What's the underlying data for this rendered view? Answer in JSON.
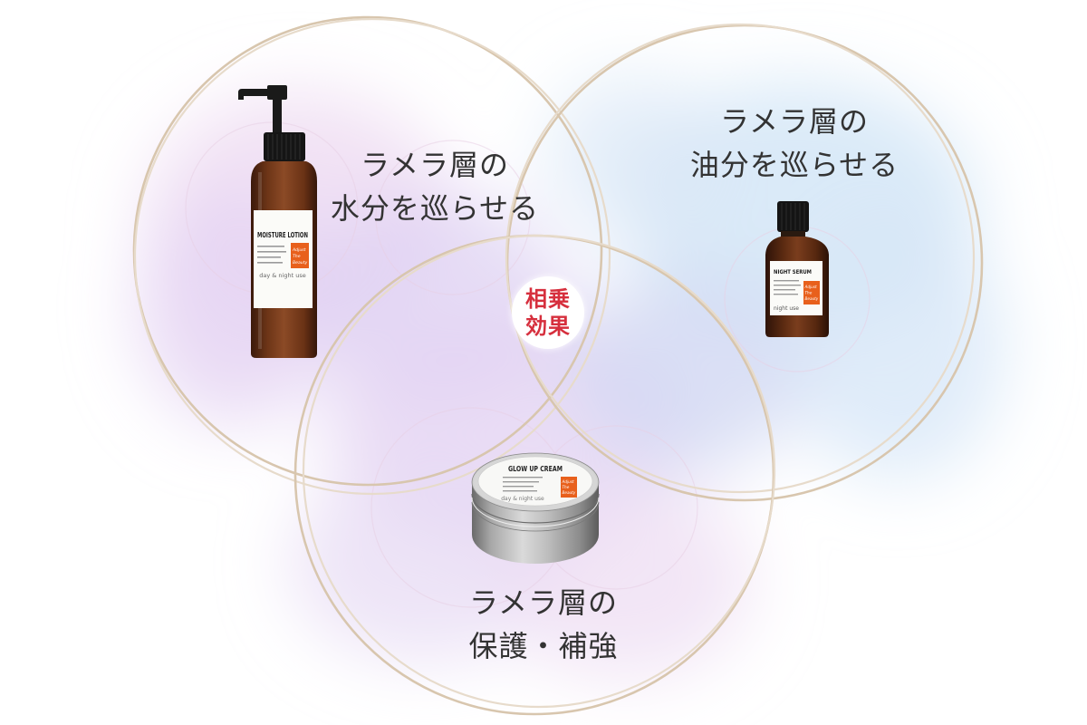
{
  "colors": {
    "ring": "#d8c6ae",
    "ring_light": "#e7dbcb",
    "text": "#333333",
    "badge_text": "#d62f3d",
    "logo": "#e8601c"
  },
  "sections": [
    {
      "line1": "ラメラ層の",
      "line2": "水分を巡らせる"
    },
    {
      "line1": "ラメラ層の",
      "line2": "油分を巡らせる"
    },
    {
      "line1": "ラメラ層の",
      "line2": "保護・補強"
    }
  ],
  "center_badge": {
    "line1": "相乗",
    "line2": "効果"
  },
  "products": {
    "lotion": {
      "name": "MOISTURE LOTION",
      "usage": "day & night use",
      "logo_lines": [
        "Adjust",
        "The",
        "Beauty"
      ],
      "icon": "pump-bottle-icon"
    },
    "serum": {
      "name": "NIGHT SERUM",
      "usage": "night use",
      "logo_lines": [
        "Adjust",
        "The",
        "Beauty"
      ],
      "icon": "dropper-bottle-icon"
    },
    "cream": {
      "name": "GLOW UP CREAM",
      "usage": "day & night use",
      "logo_lines": [
        "Adjust",
        "The",
        "Beauty"
      ],
      "icon": "cream-tin-icon"
    }
  }
}
